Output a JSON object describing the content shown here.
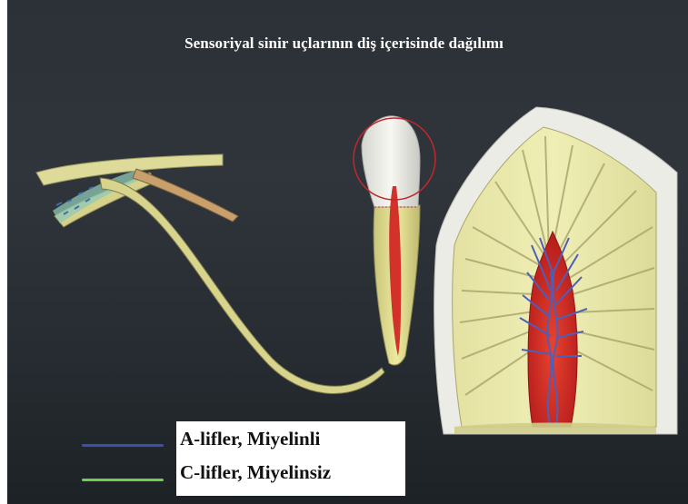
{
  "title": "Sensoriyal sinir uçlarının diş içerisinde dağılımı",
  "legend": [
    {
      "label": "A-lifler, Miyelinli",
      "color": "#3a4fb0"
    },
    {
      "label": "C-lifler, Miyelinsiz",
      "color": "#6fcf4a"
    }
  ],
  "colors": {
    "background": "#2b3137",
    "nerve": "#d9d58a",
    "pulp": "#d82a2a",
    "enamel": "#f2f2ee",
    "focus_circle": "#c0282c"
  }
}
